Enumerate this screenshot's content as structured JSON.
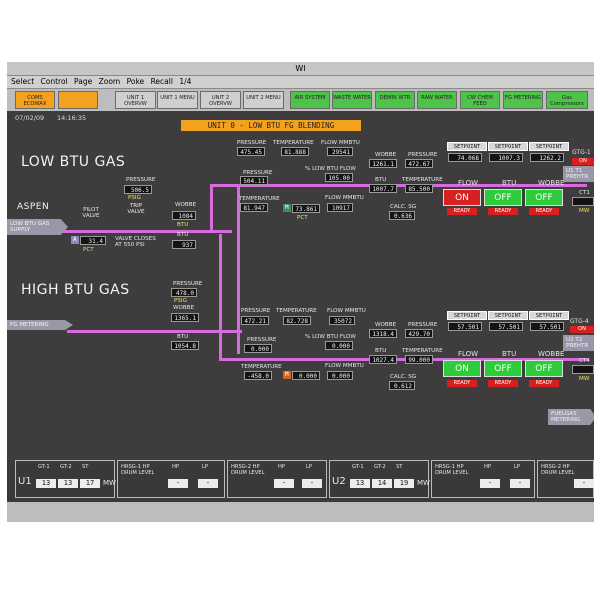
{
  "window": {
    "title": "WI"
  },
  "menu": [
    "Select",
    "Control",
    "Page",
    "Zoom",
    "Poke",
    "Recall",
    "1/4"
  ],
  "nav": [
    {
      "label": "COMS ECOWAX",
      "style": "orange"
    },
    {
      "label": "",
      "style": "orange"
    },
    {
      "label": "UNIT 1 OVERVW",
      "style": "grey"
    },
    {
      "label": "UNIT 1 MENU",
      "style": "grey"
    },
    {
      "label": "UNIT 2 OVERVW",
      "style": "grey"
    },
    {
      "label": "UNIT 2 MENU",
      "style": "grey"
    },
    {
      "label": "AIR SYSTEM",
      "style": "green"
    },
    {
      "label": "WASTE WATER",
      "style": "green"
    },
    {
      "label": "DEMIN WTR",
      "style": "green"
    },
    {
      "label": "RAW WATER",
      "style": "green"
    },
    {
      "label": "CW CHEM FEED",
      "style": "green"
    },
    {
      "label": "FG METERING",
      "style": "green"
    },
    {
      "label": "Gas Compressors",
      "style": "green"
    }
  ],
  "date": "07/02/09",
  "time": "14:16:35",
  "banner": "UNIT 0 - LOW BTU FG BLENDING",
  "low": {
    "heading": "LOW BTU GAS",
    "pressure_label": "PRESSURE",
    "pressure": "506.5",
    "psig": "PSIG",
    "wobbe_label": "WOBBE",
    "wobbe": "1084",
    "btu_label": "BTU",
    "btu": "937",
    "btu_unit": "BTU",
    "pilot_label": "PILOT VALVE",
    "trip_label": "TRIP VALVE",
    "aspen": "ASPEN",
    "supply": "LOW BTU GAS SUPPLY",
    "valve_a_tag": "A",
    "valve_a": "31.4",
    "pct": "PCT",
    "valve_note": "VALVE CLOSES AT 550 PSI",
    "top_labels": {
      "pressure": "PRESSURE",
      "temperature": "TEMPERATURE",
      "flow": "FLOW MMBTU"
    },
    "top_pressure": "475.45",
    "top_temperature": "81.888",
    "top_flow": "29541",
    "in_pressure_label": "PRESSURE",
    "in_pressure": "504.11",
    "in_temp_label": "TEMPERATURE",
    "in_temp": "81.947",
    "pctflow_label": "% LOW BTU FLOW",
    "pctflow": "105.00",
    "m_tag": "M",
    "m_val": "73.861",
    "pct2": "PCT",
    "flowm_label": "FLOW MMBTU",
    "flowm": "10917",
    "r_wobbe_label": "WOBBE",
    "r_wobbe": "1261.1",
    "r_pressure_label": "PRESSURE",
    "r_pressure": "472.67",
    "r_btu_label": "BTU",
    "r_btu": "1007.7",
    "r_temp_label": "TEMPERATURE",
    "r_temp": "85.500",
    "calc_label": "CALC. SG",
    "calc": "0.636",
    "setpoint_label": "SETPOINT",
    "sp": [
      "74.068",
      "1007.3",
      "1262.2"
    ],
    "flow_label": "FLOW",
    "btu_label2": "BTU",
    "wobbe_label2": "WOBBE",
    "flow_btn": "ON",
    "btu_btn": "OFF",
    "wobbe_btn": "OFF",
    "ready": "READY",
    "gtg_label": "GTG-1",
    "gtg_state": "ON",
    "u1": "U1 T1 PREHTR",
    "ct_label": "CT1",
    "mw": "MW"
  },
  "high": {
    "heading": "HIGH BTU GAS",
    "pressure_label": "PRESSURE",
    "pressure": "478.0",
    "psig": "PSIG",
    "wobbe_label": "WOBBE",
    "wobbe": "1365.1",
    "btu_label": "BTU",
    "btu": "1054.8",
    "fg_tag": "FG METERING",
    "top_labels": {
      "pressure": "PRESSURE",
      "temperature": "TEMPERATURE",
      "flow": "FLOW MMBTU"
    },
    "top_pressure": "472.21",
    "top_temperature": "82.728",
    "top_flow": "35072",
    "in_pressure_label": "PRESSURE",
    "in_pressure": "0.000",
    "in_temp_label": "TEMPERATURE",
    "in_temp": "-458.0",
    "pctflow_label": "% LOW BTU FLOW",
    "pctflow": "0.000",
    "m_tag": "M",
    "m_val": "0.000",
    "flowm_label": "FLOW MMBTU",
    "flowm": "0.000",
    "r_wobbe_label": "WOBBE",
    "r_wobbe": "1318.4",
    "r_pressure_label": "PRESSURE",
    "r_pressure": "429.70",
    "r_btu_label": "BTU",
    "r_btu": "1027.4",
    "r_temp_label": "TEMPERATURE",
    "r_temp": "99.000",
    "calc_label": "CALC. SG",
    "calc": "0.612",
    "setpoint_label": "SETPOINT",
    "sp": [
      "57.501",
      "57.501",
      "57.501"
    ],
    "flow_label": "FLOW",
    "btu_label2": "BTU",
    "wobbe_label2": "WOBBE",
    "flow_btn": "ON",
    "btu_btn": "OFF",
    "wobbe_btn": "OFF",
    "ready": "READY",
    "gtg_label": "GTG-4",
    "gtg_state": "ON",
    "u2": "U2 T2 PREHTR",
    "ct_label": "CT4",
    "mw": "MW",
    "fuelgas": "FUELGAS METERING"
  },
  "bottom": {
    "u1": "U1",
    "u2": "U2",
    "gt1": "GT-1",
    "gt2": "GT-2",
    "st": "ST",
    "mw": "MW",
    "u1_vals": [
      "13",
      "13",
      "17"
    ],
    "u2_vals": [
      "13",
      "14",
      "19"
    ],
    "hrsg1": "HRSG-1 HP DRUM LEVEL",
    "hrsg2": "HRSG-2 HP DRUM LEVEL",
    "hp": "HP",
    "lp": "LP",
    "dash": "-"
  },
  "colors": {
    "background": "#3e3c3c",
    "pipe": "#d66be0",
    "on": "#d72020",
    "off": "#2ecc3a",
    "accent": "#f3a11e"
  }
}
